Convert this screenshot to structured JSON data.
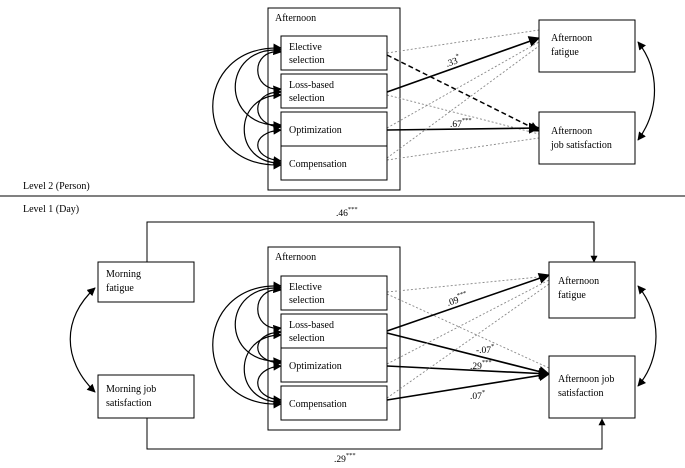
{
  "level2": {
    "label": "Level 2 (Person)",
    "group_title": "Afternoon",
    "strategies": {
      "elective": [
        "Elective",
        "selection"
      ],
      "loss": [
        "Loss-based",
        "selection"
      ],
      "optimization": [
        "Optimization"
      ],
      "compensation": [
        "Compensation"
      ]
    },
    "outcomes": {
      "fatigue": [
        "Afternoon",
        "fatigue"
      ],
      "satisfaction": [
        "Afternoon",
        "job satisfaction"
      ]
    },
    "coefficients": {
      "loss_fatigue": {
        "value": ".33",
        "sig": "*"
      },
      "opt_satisfaction": {
        "value": ".67",
        "sig": "***"
      }
    }
  },
  "level1": {
    "label": "Level 1 (Day)",
    "group_title": "Afternoon",
    "predictors": {
      "morning_fatigue": [
        "Morning",
        "fatigue"
      ],
      "morning_satisfaction": [
        "Morning job",
        "satisfaction"
      ]
    },
    "strategies": {
      "elective": [
        "Elective",
        "selection"
      ],
      "loss": [
        "Loss-based",
        "selection"
      ],
      "optimization": [
        "Optimization"
      ],
      "compensation": [
        "Compensation"
      ]
    },
    "outcomes": {
      "fatigue": [
        "Afternoon",
        "fatigue"
      ],
      "satisfaction": [
        "Afternoon job",
        "satisfaction"
      ]
    },
    "coefficients": {
      "fatigue_stability": {
        "value": ".46",
        "sig": "***"
      },
      "loss_fatigue": {
        "value": ".09",
        "sig": "***"
      },
      "loss_satisfaction": {
        "value": "-.07",
        "sig": "*"
      },
      "opt_satisfaction": {
        "value": ".29",
        "sig": "***"
      },
      "comp_satisfaction": {
        "value": ".07",
        "sig": "*"
      },
      "satisfaction_stability": {
        "value": ".29",
        "sig": "***"
      }
    }
  }
}
